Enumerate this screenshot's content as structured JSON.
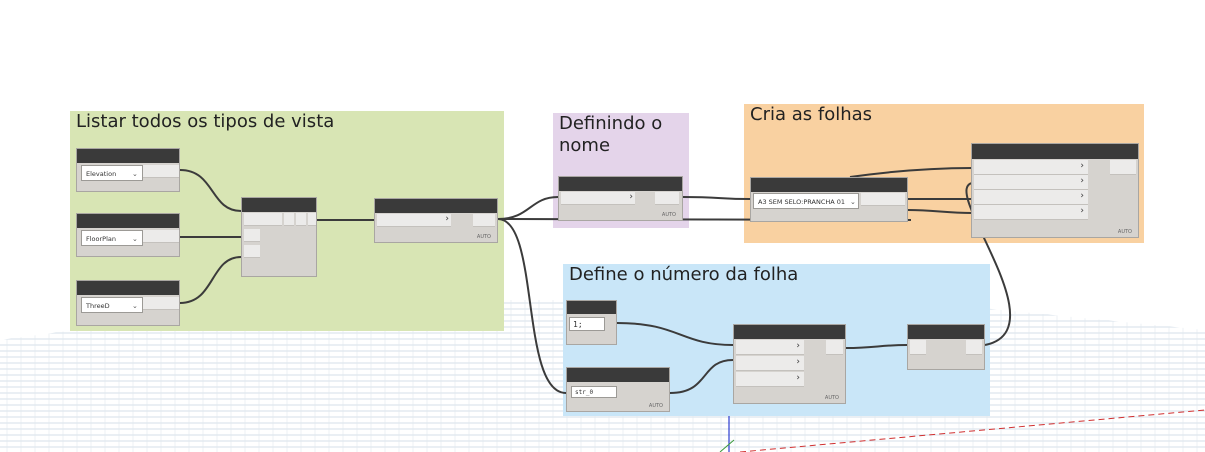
{
  "groups": {
    "listar": {
      "title": "Listar todos os tipos de vista",
      "color": "#d8e5b4"
    },
    "nome": {
      "title": "Definindo o\nnome",
      "color": "#e4d4ea"
    },
    "folhas": {
      "title": "Cria as folhas",
      "color": "#f9d1a1"
    },
    "numero": {
      "title": "Define o número da folha",
      "color": "#c9e6f8"
    }
  },
  "nodes": {
    "view_type_1": {
      "value": "Elevation"
    },
    "view_type_2": {
      "value": "FloorPlan"
    },
    "view_type_3": {
      "value": "ThreeD"
    },
    "title_block": {
      "value": "A3 SEM SELO:PRANCHA 01"
    },
    "code_block": {
      "value": "1;"
    },
    "number_slider": {
      "value": "str_0"
    }
  },
  "labels": {
    "auto": "AUTO",
    "chevron": "›",
    "dropdown_arrow": "⌄"
  },
  "wire_color": "#3b3b3b"
}
